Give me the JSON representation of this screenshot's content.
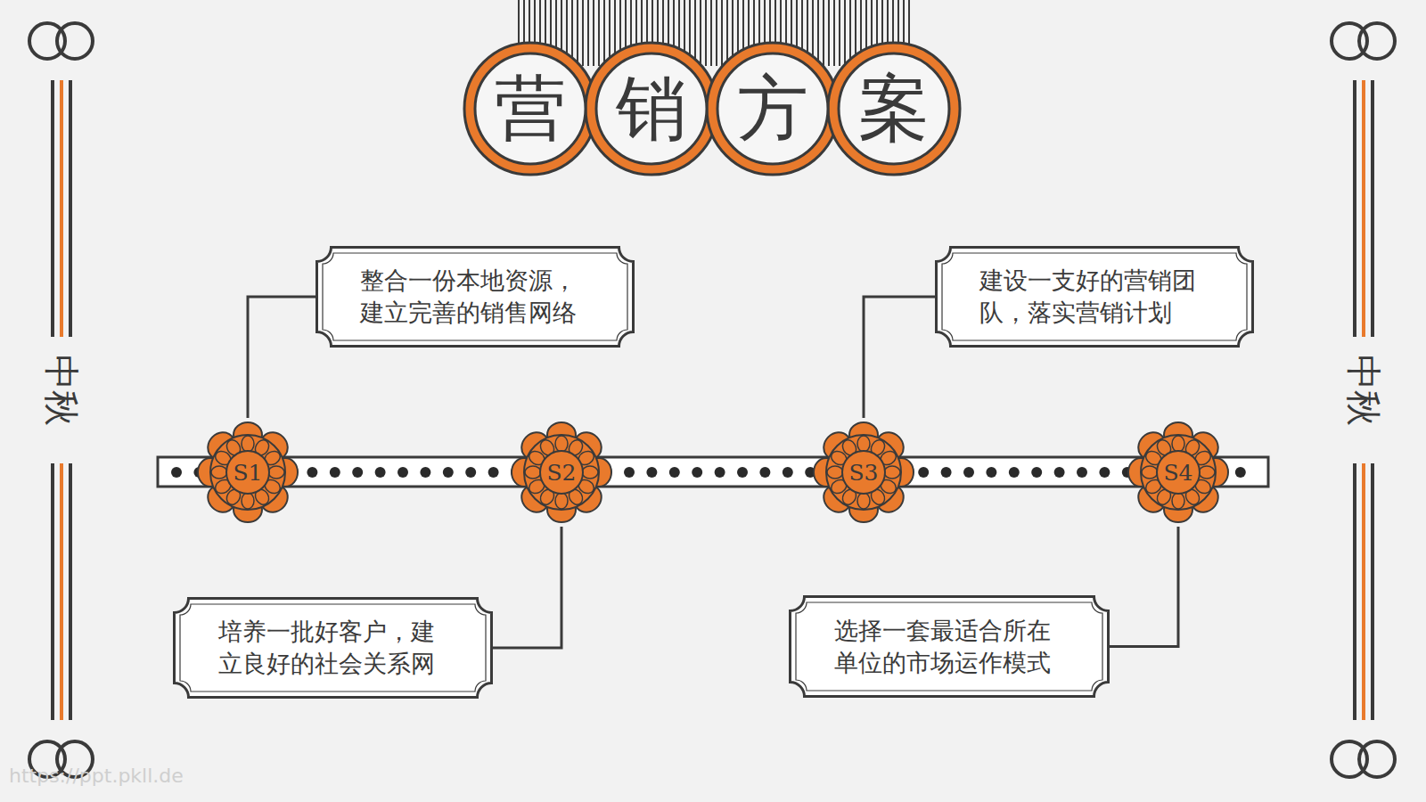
{
  "diagram": {
    "title": "营销方案",
    "nodes": [
      {
        "text": [
          "整合一份本地资源， 建立完善的销售网络"
        ]
      },
      {
        "text": [
          "S1"
        ]
      },
      {
        "text": [
          "S2"
        ]
      },
      {
        "text": [
          "培养一批好客户，建 立良好的社会关系网"
        ]
      },
      {
        "text": [
          "建设一支好的营销团 队，落实营销计划"
        ]
      },
      {
        "text": [
          "S3"
        ]
      },
      {
        "text": [
          "S4"
        ]
      },
      {
        "text": [
          "选择一套最适合所在 单位的市场运作模式"
        ]
      }
    ],
    "edges": [
      {
        "from": 0,
        "to": 1,
        "arrow": "none"
      },
      {
        "from": 3,
        "to": 2,
        "arrow": "none"
      },
      {
        "from": 4,
        "to": 5,
        "arrow": "none"
      },
      {
        "from": 7,
        "to": 6,
        "arrow": "none"
      }
    ],
    "labels": [
      "中秋",
      "中秋",
      "https://ppt.pkll.de"
    ]
  }
}
